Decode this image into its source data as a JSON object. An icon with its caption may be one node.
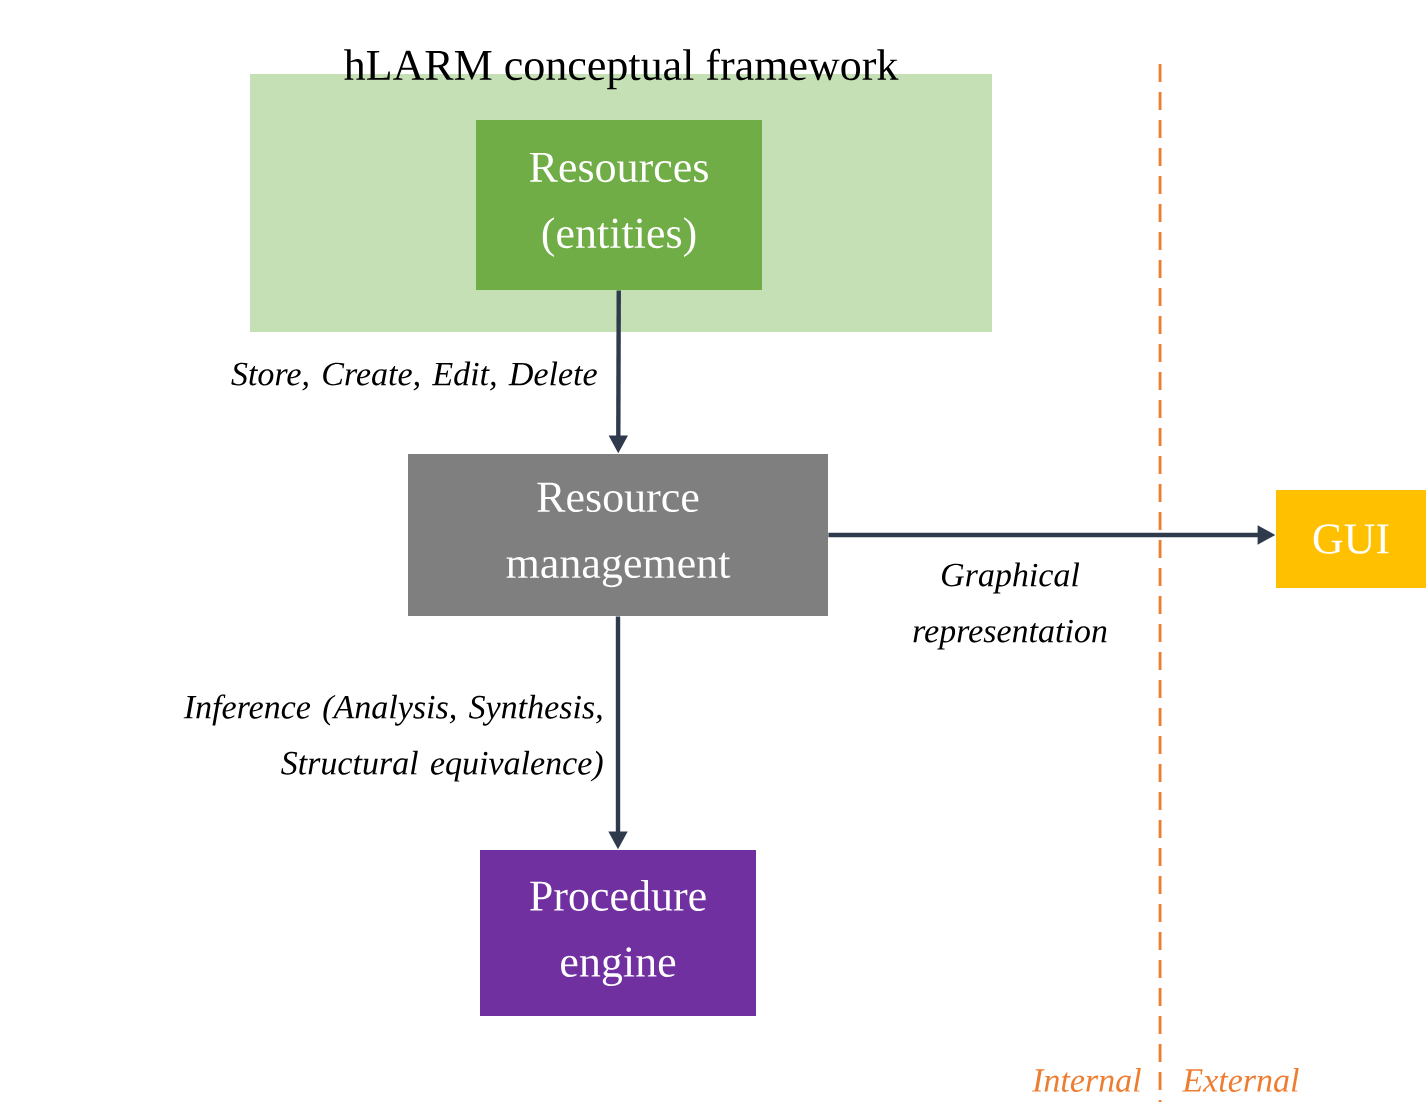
{
  "diagram": {
    "nodes": [
      {
        "text": [
          "hLARM conceptual framework"
        ]
      },
      {
        "text": [
          "Resources (entities)"
        ],
        "in": 0
      },
      {
        "text": [
          "Resource management"
        ]
      },
      {
        "text": [
          "GUI"
        ]
      },
      {
        "text": [
          "Procedure engine"
        ]
      }
    ],
    "edges": [
      {
        "from": 1,
        "to": 2,
        "arrow": "to",
        "label": "Store, Create, Edit, Delete"
      },
      {
        "from": 2,
        "to": 3,
        "arrow": "to",
        "label": "Graphical representation"
      },
      {
        "from": 2,
        "to": 4,
        "arrow": "to",
        "label": "Inference (Analysis, Synthesis, Structural equivalence)"
      }
    ],
    "labels": [
      "Internal",
      "External"
    ]
  }
}
